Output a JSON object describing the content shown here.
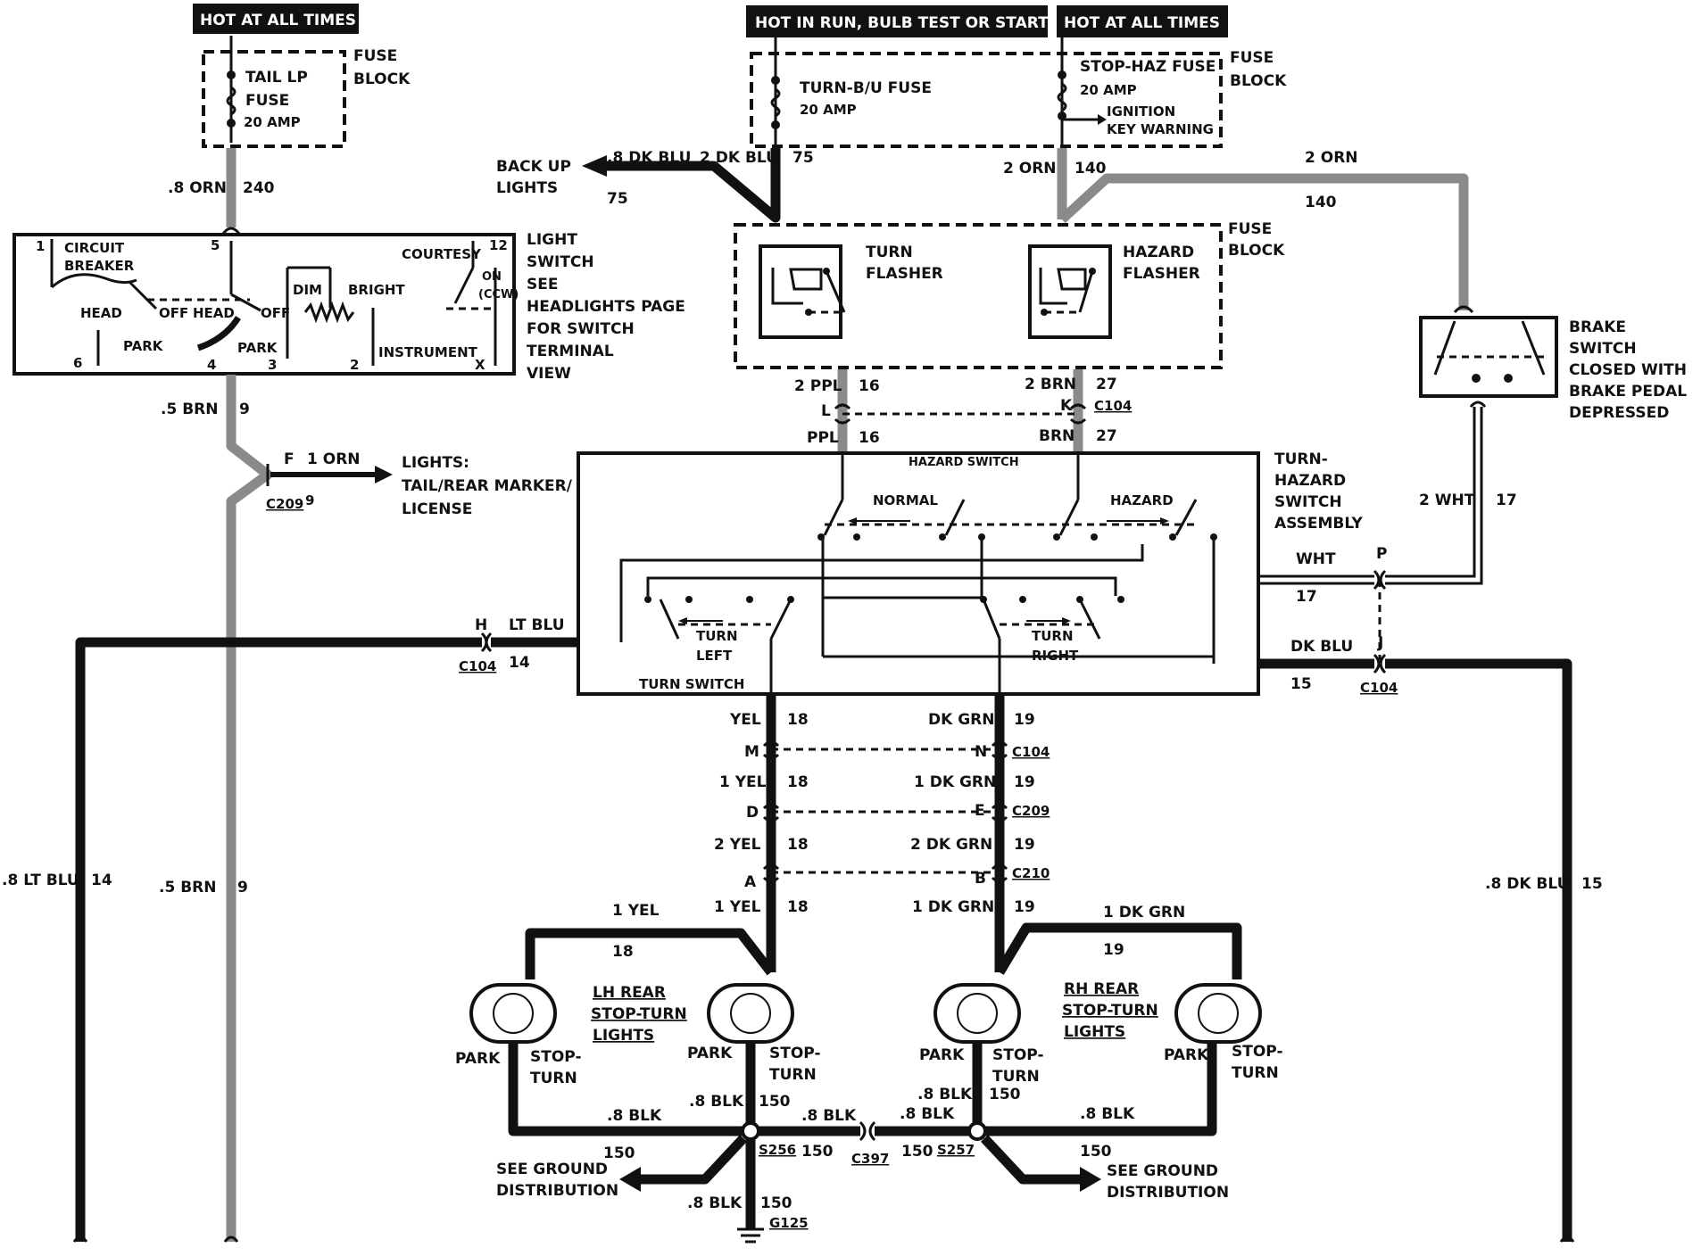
{
  "power": {
    "hot_at_all_times_left": "HOT AT ALL TIMES",
    "hot_in_run": "HOT IN RUN,  BULB TEST OR START",
    "hot_at_all_times_right": "HOT AT ALL TIMES"
  },
  "fuse_block_1": {
    "title_l1": "FUSE",
    "title_l2": "BLOCK",
    "fuse_l1": "TAIL LP",
    "fuse_l2": "FUSE",
    "rating": "20 AMP"
  },
  "fuse_block_2": {
    "title_l1": "FUSE",
    "title_l2": "BLOCK",
    "turn_fuse": "TURN-B/U FUSE",
    "turn_rating": "20 AMP",
    "stop_fuse": "STOP-HAZ FUSE",
    "stop_rating": "20 AMP",
    "ignition_l1": "IGNITION",
    "ignition_l2": "KEY WARNING"
  },
  "fuse_block_3": {
    "title_l1": "FUSE",
    "title_l2": "BLOCK",
    "turn_flasher_l1": "TURN",
    "turn_flasher_l2": "FLASHER",
    "hazard_flasher_l1": "HAZARD",
    "hazard_flasher_l2": "FLASHER"
  },
  "light_switch": {
    "pin1": "1",
    "circuit_l1": "CIRCUIT",
    "circuit_l2": "BREAKER",
    "pin5": "5",
    "courtesy": "COURTESY",
    "pin12": "12",
    "on": "ON",
    "ccw": "(CCW)",
    "head_a": "HEAD",
    "off_a": "OFF",
    "head_b": "HEAD",
    "off_b": "OFF",
    "dim": "DIM",
    "bright": "BRIGHT",
    "park_a": "PARK",
    "park_b": "PARK",
    "instrument": "INSTRUMENT",
    "pin6": "6",
    "pin4": "4",
    "pin3": "3",
    "pin2": "2",
    "pinx": "X",
    "desc_l1": "LIGHT",
    "desc_l2": "SWITCH",
    "desc_l3": "SEE",
    "desc_l4": "HEADLIGHTS PAGE",
    "desc_l5": "FOR SWITCH",
    "desc_l6": "TERMINAL",
    "desc_l7": "VIEW"
  },
  "back_up": {
    "label_l1": "BACK UP",
    "label_l2": "LIGHTS",
    "wire": ".8 DK BLU",
    "circuit": "75"
  },
  "wires": {
    "w_8orn": ".8 ORN",
    "w_240": "240",
    "w_2dkblu": "2 DK BLU",
    "w_75": "75",
    "w_2orn_a": "2 ORN",
    "w_140_a": "140",
    "w_2orn_b": "2 ORN",
    "w_140_b": "140",
    "w_5brn": ".5 BRN",
    "w_9": "9",
    "w_f": "F",
    "w_1orn": "1 ORN",
    "w_c209": "C209",
    "w_9b": "9",
    "lights_l1": "LIGHTS:",
    "lights_l2": "TAIL/REAR MARKER/",
    "lights_l3": "LICENSE",
    "w_2ppl": "2 PPL",
    "w_16": "16",
    "w_2brn": "2 BRN",
    "w_27": "27",
    "conn_l": "L",
    "conn_k": "K",
    "c104_top": "C104",
    "w_ppl": "PPL",
    "w_16b": "16",
    "w_brn": "BRN",
    "w_27b": "27",
    "w_h": "H",
    "w_ltblu": "LT BLU",
    "c104_h": "C104",
    "w_14": "14",
    "w_wht": "WHT",
    "w_p": "P",
    "w_17": "17",
    "w_2wht": "2 WHT",
    "w_17b": "17",
    "w_dkblu": "DK BLU",
    "w_j": "J",
    "w_15": "15",
    "c104_j": "C104",
    "w_8ltblu": ".8 LT BLU",
    "w_14b": "14",
    "w_5brn_b": ".5 BRN",
    "w_9c": "9",
    "w_8dkblu": ".8 DK BLU",
    "w_15b": "15"
  },
  "brake_switch": {
    "l1": "BRAKE",
    "l2": "SWITCH",
    "l3": "CLOSED WITH",
    "l4": "BRAKE PEDAL",
    "l5": "DEPRESSED"
  },
  "hazard_assembly": {
    "hazard_switch": "HAZARD SWITCH",
    "normal": "NORMAL",
    "hazard": "HAZARD",
    "turn_left_l1": "TURN",
    "turn_left_l2": "LEFT",
    "turn_right_l1": "TURN",
    "turn_right_l2": "RIGHT",
    "turn_switch": "TURN SWITCH",
    "title_l1": "TURN-",
    "title_l2": "HAZARD",
    "title_l3": "SWITCH",
    "title_l4": "ASSEMBLY"
  },
  "lower_wires": {
    "yel": "YEL",
    "n18": "18",
    "dkgrn": "DK GRN",
    "n19": "19",
    "m": "M",
    "n": "N",
    "c104": "C104",
    "yel1": "1 YEL",
    "n18b": "18",
    "dkgrn1": "1 DK GRN",
    "n19b": "19",
    "d": "D",
    "e": "E",
    "c209": "C209",
    "yel2": "2 YEL",
    "n18c": "18",
    "dkgrn2": "2 DK GRN",
    "n19c": "19",
    "a": "A",
    "b": "B",
    "c210": "C210",
    "yel1b": "1 YEL",
    "n18d": "18",
    "dkgrn1b": "1 DK GRN",
    "n19d": "19",
    "yel1c": "1 YEL",
    "n18e": "18",
    "dkgrn1c": "1 DK GRN",
    "n19e": "19"
  },
  "lamps": {
    "lh_l1": "LH REAR",
    "lh_l2": "STOP-TURN",
    "lh_l3": "LIGHTS",
    "rh_l1": "RH REAR",
    "rh_l2": "STOP-TURN",
    "rh_l3": "LIGHTS",
    "park1": "PARK",
    "stop1_l1": "STOP-",
    "stop1_l2": "TURN",
    "park2": "PARK",
    "stop2_l1": "STOP-",
    "stop2_l2": "TURN",
    "park3": "PARK",
    "stop3_l1": "STOP-",
    "stop3_l2": "TURN",
    "park4": "PARK",
    "stop4_l1": "STOP-",
    "stop4_l2": "TURN"
  },
  "ground": {
    "blk_a": ".8 BLK",
    "blk_b": ".8 BLK",
    "n150a": "150",
    "blk_c": ".8 BLK",
    "blk_d": ".8 BLK",
    "blk_e": ".8 BLK",
    "n150b": "150",
    "blk_f": ".8 BLK",
    "n150c": "150",
    "s256": "S256",
    "n150d": "150",
    "c397": "C397",
    "n150e": "150",
    "s257": "S257",
    "n150f": "150",
    "n150g": "150",
    "see_l1": "SEE GROUND",
    "see_l2": "DISTRIBUTION",
    "see_r1": "SEE GROUND",
    "see_r2": "DISTRIBUTION",
    "blk_g": ".8 BLK",
    "n150h": "150",
    "g125": "G125"
  }
}
